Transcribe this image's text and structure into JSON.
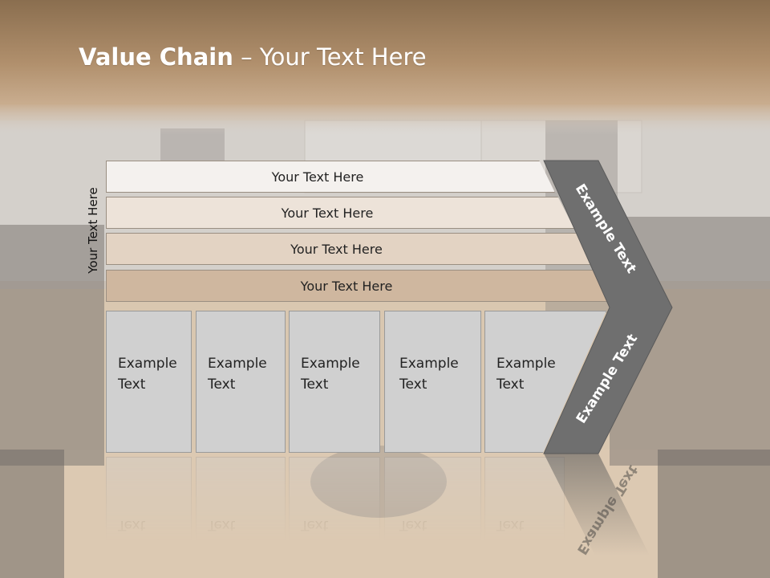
{
  "slide": {
    "title_bold": "Value Chain",
    "title_rest": " – Your Text Here",
    "side_label": "Your Text Here"
  },
  "bars": [
    {
      "label": "Your Text Here"
    },
    {
      "label": "Your Text Here"
    },
    {
      "label": "Your Text Here"
    },
    {
      "label": "Your Text Here"
    }
  ],
  "boxes": [
    {
      "line1": "Example",
      "line2": "Text"
    },
    {
      "line1": "Example",
      "line2": "Text"
    },
    {
      "line1": "Example",
      "line2": "Text"
    },
    {
      "line1": "Example",
      "line2": "Text"
    },
    {
      "line1": "Example",
      "line2": "Text"
    }
  ],
  "chevron": {
    "top_label": "Example Text",
    "bottom_label": "Example Text",
    "color": "#6f6f6f"
  },
  "colors": {
    "header_brown": "#9c7e5c",
    "bar1": "#f4f1ee",
    "bar2": "#ede3d9",
    "bar3": "#e3d3c3",
    "bar4": "#cfb79f",
    "box": "#d0d0d0"
  }
}
